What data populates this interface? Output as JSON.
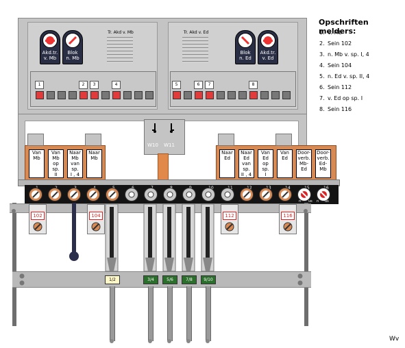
{
  "legend": {
    "title": "Opschriften melders:",
    "items": [
      {
        "num": "1.",
        "text": "v. Mb"
      },
      {
        "num": "2.",
        "text": "Sein 102"
      },
      {
        "num": "3.",
        "text": "n. Mb v. sp. I, 4"
      },
      {
        "num": "4.",
        "text": "Sein 104"
      },
      {
        "num": "5.",
        "text": "n. Ed v. sp. II, 4"
      },
      {
        "num": "6.",
        "text": "Sein 112"
      },
      {
        "num": "7.",
        "text": "v. Ed op sp. I"
      },
      {
        "num": "8.",
        "text": "Sein 116"
      }
    ]
  },
  "panel": {
    "vent_left": "Tr. Akd v. Mb",
    "vent_right": "Tr. Akd v. Ed",
    "gauges": [
      {
        "line1": "Akd.tr.",
        "line2": "v. Mb"
      },
      {
        "line1": "Blok",
        "line2": "n. Mb"
      },
      {
        "line1": "Blok",
        "line2": "n. Ed"
      },
      {
        "line1": "Akd.tr.",
        "line2": "v. Ed"
      }
    ],
    "indicators_left": [
      "1",
      "2",
      "3",
      "4"
    ],
    "indicators_right": [
      "5",
      "6",
      "7",
      "8"
    ]
  },
  "switches": [
    "W10",
    "W11"
  ],
  "cards_left": [
    {
      "l1": "Van",
      "l2": "Mb",
      "l3": "",
      "l4": ""
    },
    {
      "l1": "Van",
      "l2": "Mb",
      "l3": "op sp.",
      "l4": "II"
    },
    {
      "l1": "Naar",
      "l2": "Mb",
      "l3": "van sp.",
      "l4": "I , 4"
    },
    {
      "l1": "Naar",
      "l2": "Mb",
      "l3": "",
      "l4": ""
    }
  ],
  "cards_right": [
    {
      "l1": "Naar",
      "l2": "Ed",
      "l3": "",
      "l4": ""
    },
    {
      "l1": "Naar",
      "l2": "Ed",
      "l3": "van sp.",
      "l4": "II , 4"
    },
    {
      "l1": "Van",
      "l2": "Ed",
      "l3": "op sp.",
      "l4": "I"
    },
    {
      "l1": "Van",
      "l2": "Ed",
      "l3": "",
      "l4": ""
    },
    {
      "l1": "Door-",
      "l2": "verb.",
      "l3": "Mb-Ed",
      "l4": ""
    },
    {
      "l1": "Door-",
      "l2": "verb.",
      "l3": "Ed-Mb",
      "l4": ""
    }
  ],
  "strip_numbers": [
    "1",
    "2",
    "3",
    "4",
    "5",
    "6",
    "7",
    "8",
    "9",
    "10",
    "11",
    "12",
    "13",
    "14",
    "15",
    "16"
  ],
  "strip_small": [
    "n",
    "us",
    "n",
    "us"
  ],
  "signals": [
    "102",
    "104",
    "112",
    "116"
  ],
  "lever_tags": [
    "1/2",
    "3/4",
    "5/6",
    "7/8",
    "9/10"
  ],
  "signature": "Wv"
}
